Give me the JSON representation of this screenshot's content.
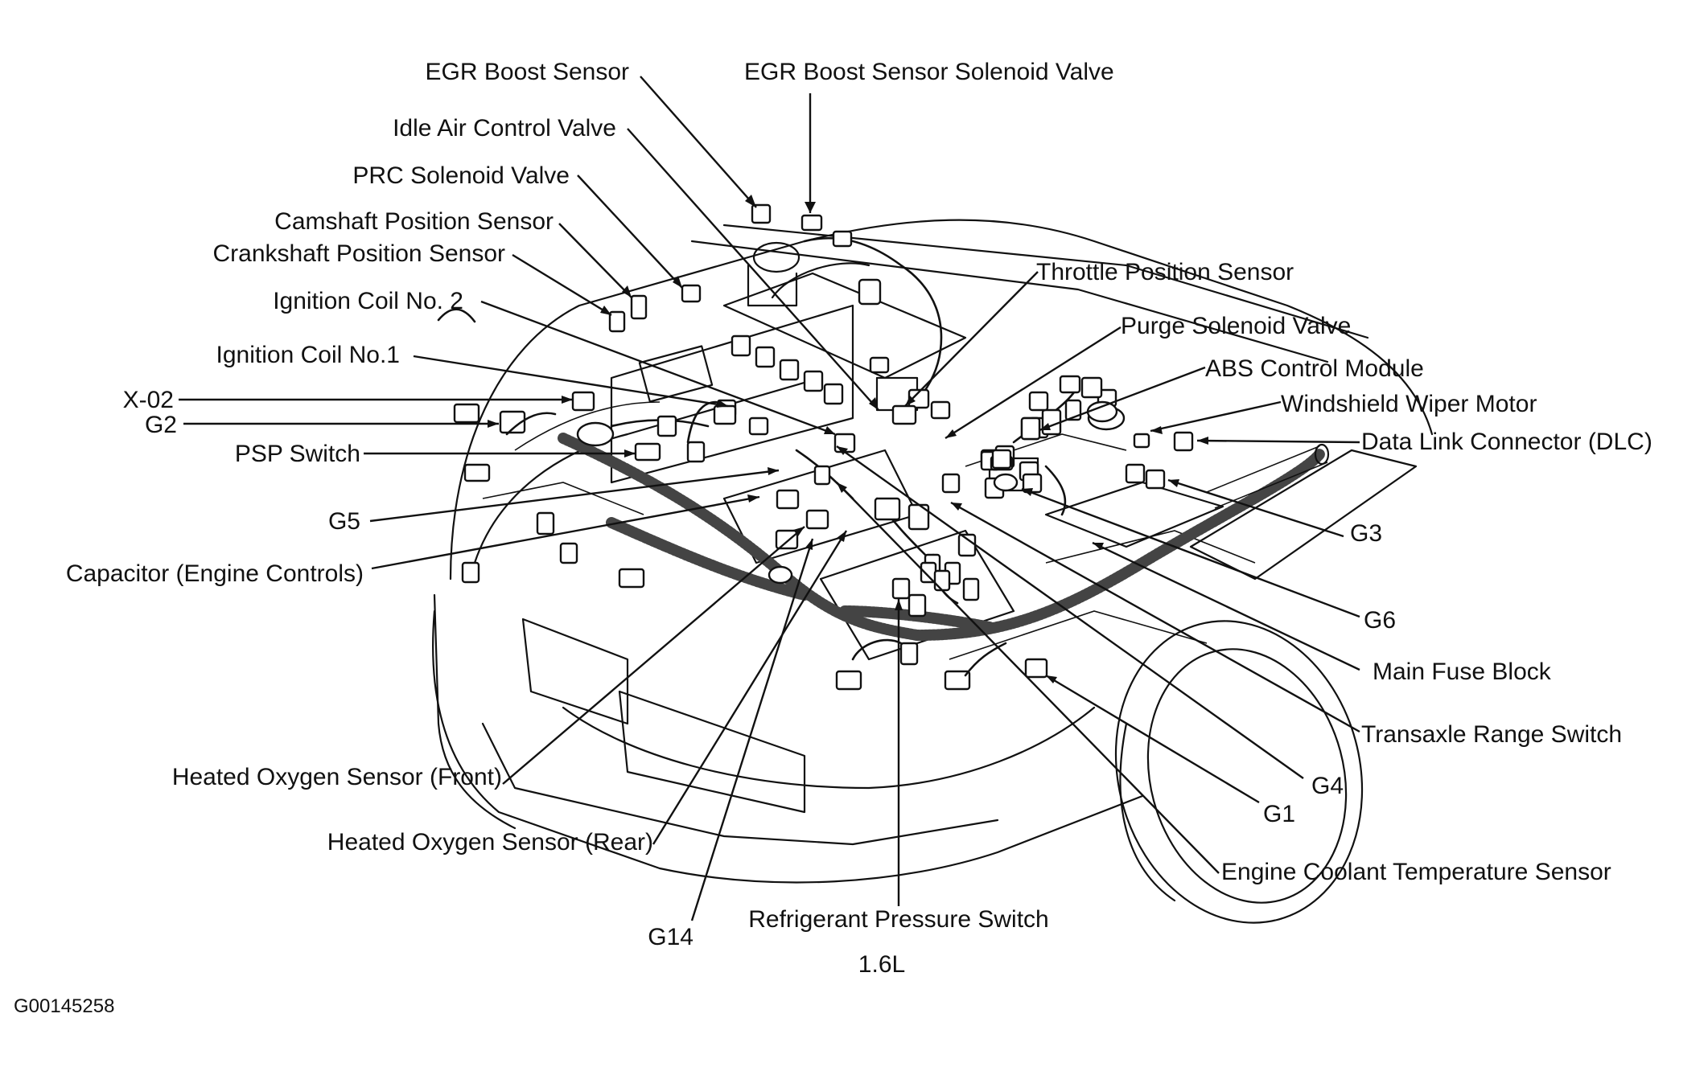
{
  "labels": {
    "egr_boost_sensor": "EGR Boost Sensor",
    "egr_boost_sensor_solenoid_valve": "EGR Boost Sensor Solenoid Valve",
    "idle_air_control_valve": "Idle Air Control Valve",
    "prc_solenoid_valve": "PRC Solenoid Valve",
    "camshaft_position_sensor": "Camshaft Position Sensor",
    "crankshaft_position_sensor": "Crankshaft Position Sensor",
    "ignition_coil_no2": "Ignition Coil No. 2",
    "ignition_coil_no1": "Ignition Coil No.1",
    "x02": "X-02",
    "g2": "G2",
    "psp_switch": "PSP Switch",
    "g5": "G5",
    "capacitor": "Capacitor (Engine Controls)",
    "heated_o2_front": "Heated Oxygen Sensor (Front)",
    "heated_o2_rear": "Heated Oxygen Sensor (Rear)",
    "g14": "G14",
    "refrigerant_pressure_switch": "Refrigerant Pressure Switch",
    "throttle_position_sensor": "Throttle Position Sensor",
    "purge_solenoid_valve": "Purge Solenoid Valve",
    "abs_control_module": "ABS Control Module",
    "windshield_wiper_motor": "Windshield Wiper Motor",
    "data_link_connector": "Data Link Connector (DLC)",
    "g3": "G3",
    "g6": "G6",
    "main_fuse_block": "Main Fuse Block",
    "transaxle_range_switch": "Transaxle Range Switch",
    "g4": "G4",
    "g1": "G1",
    "engine_coolant_temperature_sensor": "Engine Coolant Temperature Sensor"
  },
  "caption": "1.6L",
  "figure_id": "G00145258"
}
